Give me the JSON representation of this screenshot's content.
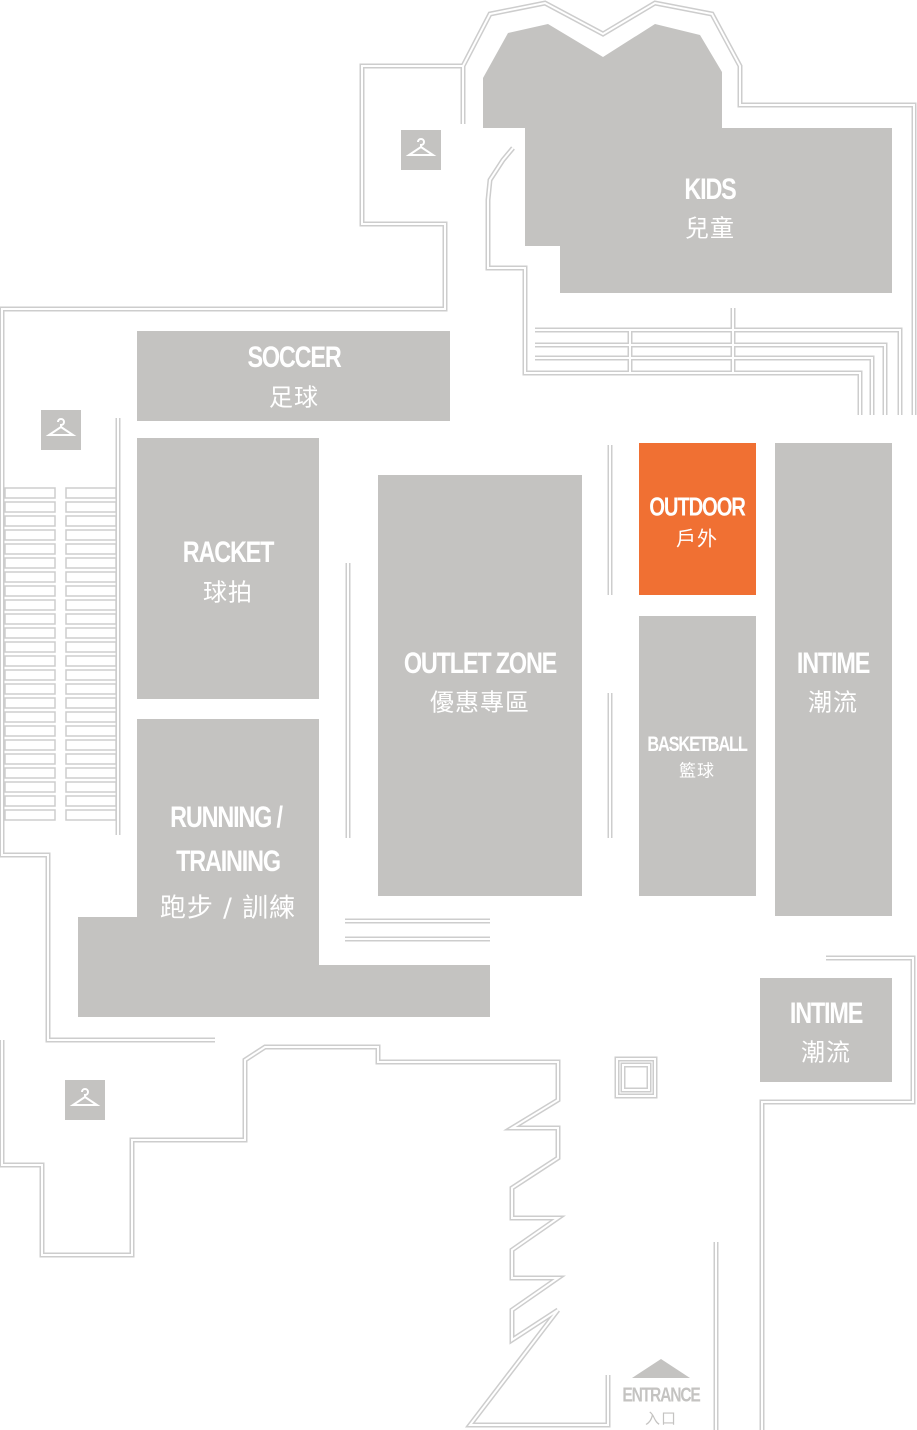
{
  "map": {
    "colors": {
      "zone": "#c4c3c1",
      "highlight": "#f07033",
      "wall": "#cdcdcd"
    },
    "zones": {
      "kids": {
        "en": "KIDS",
        "zh": "兒童"
      },
      "soccer": {
        "en": "SOCCER",
        "zh": "足球"
      },
      "racket": {
        "en": "RACKET",
        "zh": "球拍"
      },
      "running": {
        "en1": "RUNNING /",
        "en2": "TRAINING",
        "zh": "跑步 / 訓練"
      },
      "outlet": {
        "en": "OUTLET ZONE",
        "zh": "優惠專區"
      },
      "outdoor": {
        "en": "OUTDOOR",
        "zh": "戶外",
        "highlighted": true
      },
      "basketball": {
        "en": "BASKETBALL",
        "zh": "籃球"
      },
      "intime_main": {
        "en": "INTIME",
        "zh": "潮流"
      },
      "intime_small": {
        "en": "INTIME",
        "zh": "潮流"
      }
    },
    "fitting_rooms": [
      "hanger-icon",
      "hanger-icon",
      "hanger-icon"
    ],
    "entrance": {
      "en": "ENTRANCE",
      "zh": "入口",
      "icon": "arrow-up-triangle-icon"
    }
  }
}
